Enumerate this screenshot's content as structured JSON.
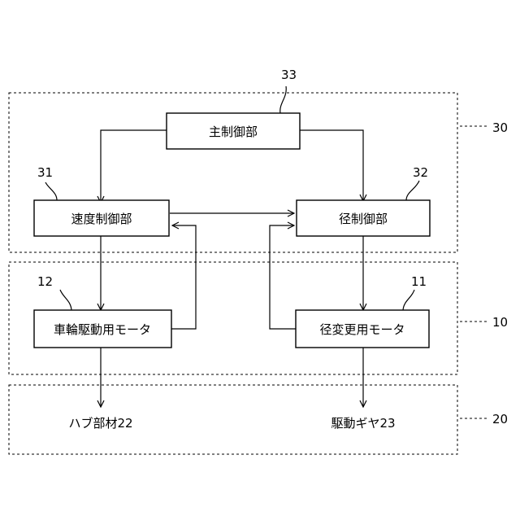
{
  "blocks": {
    "main_control": {
      "label": "主制御部",
      "ref": "33"
    },
    "speed_control": {
      "label": "速度制御部",
      "ref": "31"
    },
    "diameter_control": {
      "label": "径制御部",
      "ref": "32"
    },
    "wheel_motor": {
      "label": "車輪駆動用モータ",
      "ref": "12"
    },
    "diameter_motor": {
      "label": "径変更用モータ",
      "ref": "11"
    }
  },
  "outputs": {
    "hub": {
      "label": "ハブ部材22"
    },
    "gear": {
      "label": "駆動ギヤ23"
    }
  },
  "groups": {
    "control_unit": {
      "ref": "30"
    },
    "motor_unit": {
      "ref": "10"
    },
    "mechanism_unit": {
      "ref": "20"
    }
  }
}
